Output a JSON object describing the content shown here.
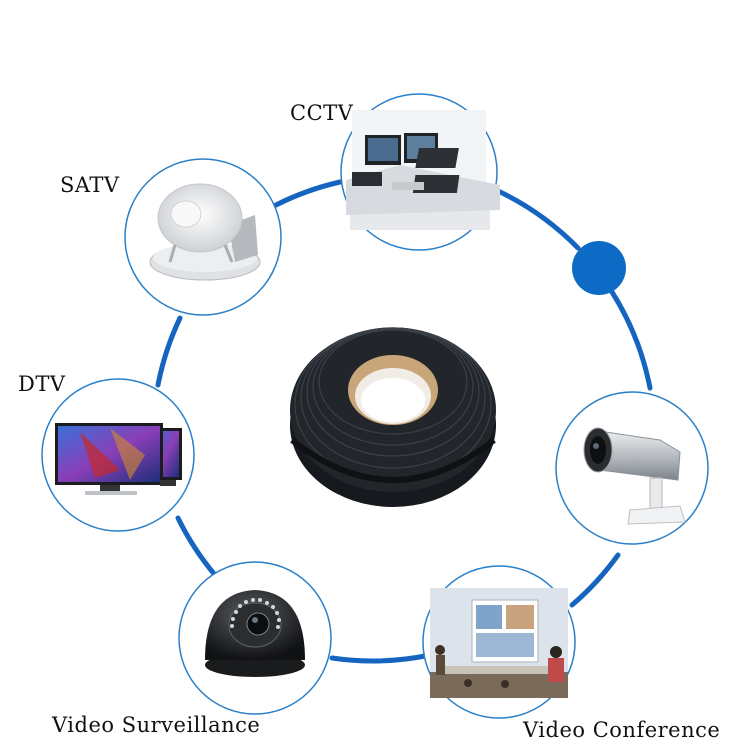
{
  "labels": {
    "cctv": "CCTV",
    "satv": "SATV",
    "dtv": "DTV",
    "video_surveillance": "Video Surveillance",
    "video_conference": "Video Conference"
  },
  "colors": {
    "ring": "#1565c0",
    "circle_border": "#2a7fc8",
    "accent_dot": "#0d6bc6",
    "cable": "#1c1f24"
  },
  "icons": [
    "cctv-control-room-icon",
    "satellite-dish-icon",
    "tv-monitors-icon",
    "bullet-camera-icon",
    "dome-camera-icon",
    "conference-room-icon",
    "coax-cable-coil-icon"
  ]
}
